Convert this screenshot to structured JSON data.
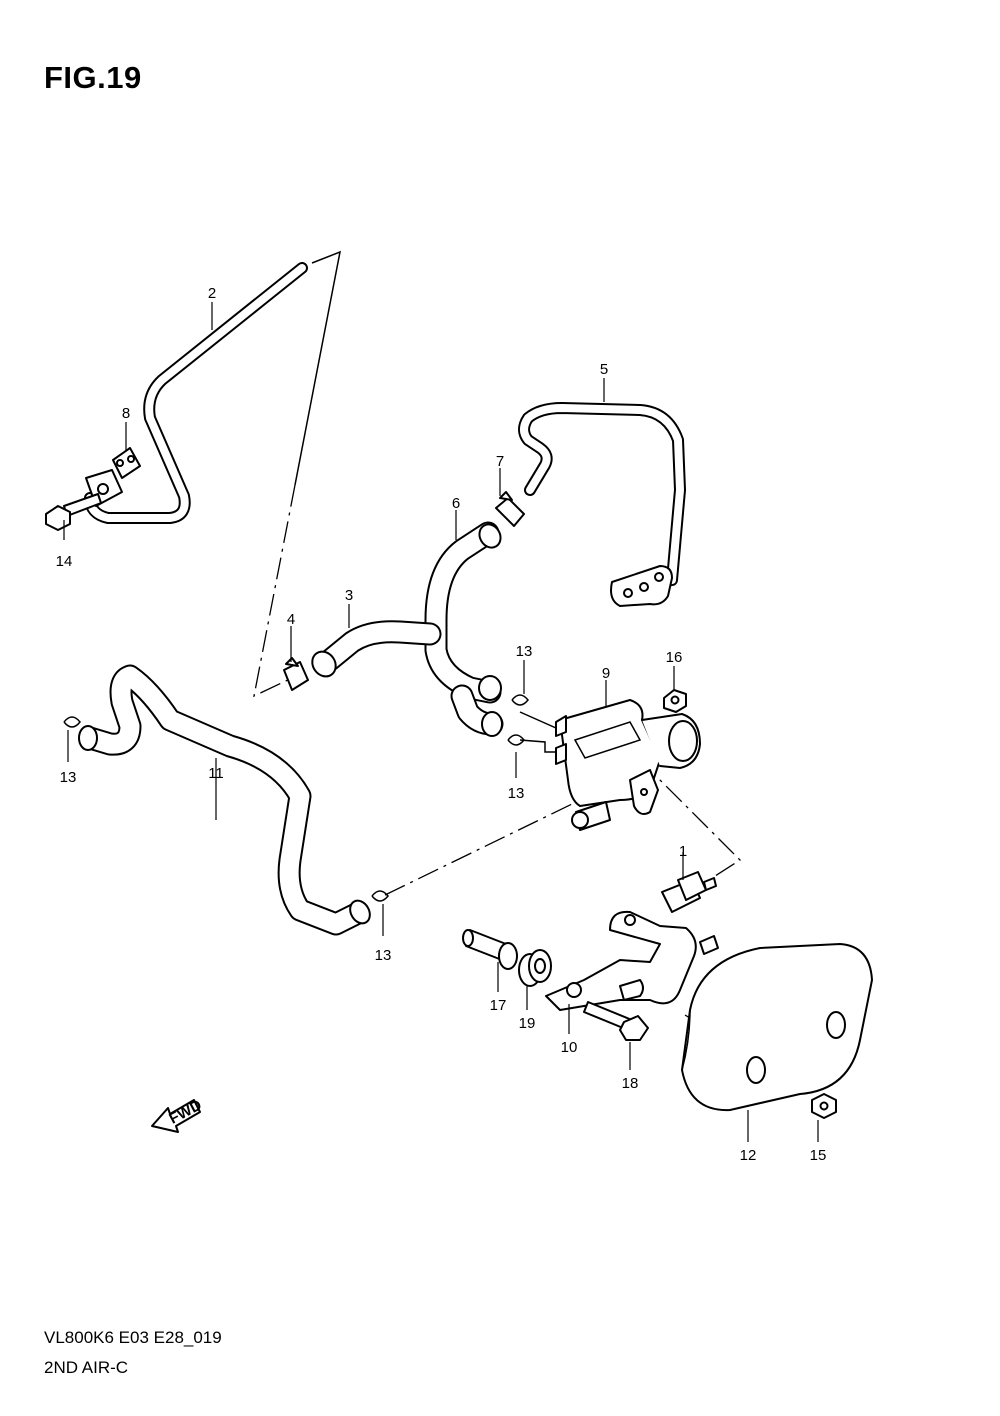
{
  "figure": {
    "title": "FIG.19",
    "model_code": "VL800K6 E03 E28_019",
    "section_name": "2ND AIR-C"
  },
  "fwd_arrow_text": "FWD",
  "callouts": {
    "p1": "1",
    "p2": "2",
    "p3": "3",
    "p4": "4",
    "p5": "5",
    "p6": "6",
    "p7": "7",
    "p8": "8",
    "p9": "9",
    "p10": "10",
    "p11": "11",
    "p12": "12",
    "p13a": "13",
    "p13b": "13",
    "p13c": "13",
    "p13d": "13",
    "p14": "14",
    "p15": "15",
    "p16": "16",
    "p17": "17",
    "p18": "18",
    "p19": "19"
  }
}
